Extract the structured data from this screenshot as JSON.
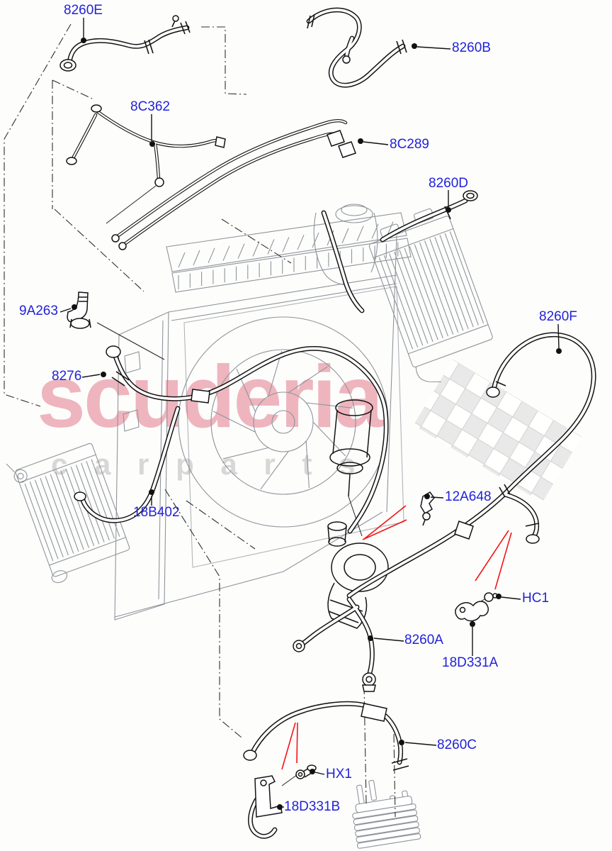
{
  "watermark": {
    "brand_text": "scuderia",
    "subtitle_text": "c a r p a r t s"
  },
  "colors": {
    "label_blue": "#2222d8",
    "pointer_red": "#f21616",
    "line_art": "#141414",
    "soft_art": "#8f949a",
    "brand": "#d94b63",
    "subtle": "#b9b9b9"
  },
  "labels": [
    {
      "id": "8260E",
      "text": "8260E"
    },
    {
      "id": "8260B",
      "text": "8260B"
    },
    {
      "id": "8C362",
      "text": "8C362"
    },
    {
      "id": "8C289",
      "text": "8C289"
    },
    {
      "id": "8260D",
      "text": "8260D"
    },
    {
      "id": "9A263",
      "text": "9A263"
    },
    {
      "id": "8276",
      "text": "8276"
    },
    {
      "id": "8260F",
      "text": "8260F"
    },
    {
      "id": "18B402",
      "text": "18B402"
    },
    {
      "id": "12A648",
      "text": "12A648"
    },
    {
      "id": "HC1",
      "text": "HC1"
    },
    {
      "id": "8260A",
      "text": "8260A"
    },
    {
      "id": "18D331A",
      "text": "18D331A"
    },
    {
      "id": "8260C",
      "text": "8260C"
    },
    {
      "id": "HX1",
      "text": "HX1"
    },
    {
      "id": "18D331B",
      "text": "18D331B"
    }
  ]
}
